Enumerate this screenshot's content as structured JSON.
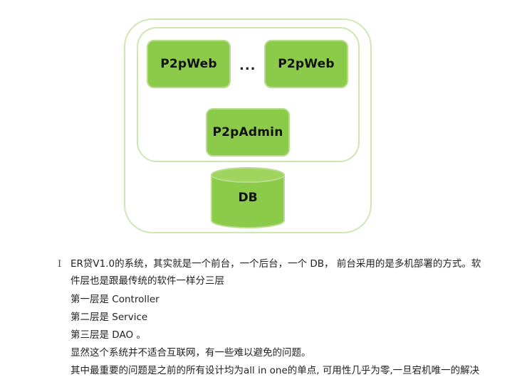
{
  "diagram": {
    "web_node_1": "P2pWeb",
    "ellipsis": "...",
    "web_node_2": "P2pWeb",
    "admin_node": "P2pAdmin",
    "db_node": "DB",
    "colors": {
      "node_fill": "#8cca4a",
      "box_border": "#cde7b2"
    }
  },
  "content": {
    "cursor_icon": "text-cursor-icon",
    "line1": "ER贷V1.0的系统，其实就是一个前台，一个后台，一个 DB， 前台采用的是多机部署的方式。软",
    "line1_cont": "件层也是跟最传统的软件一样分三层",
    "line2": "第一层是 Controller",
    "line3": "第二层是 Service",
    "line4": "第三层是 DAO 。",
    "line5": "显然这个系统并不适合互联网，有一些难以避免的问题。",
    "line6": "其中最重要的问题是之前的所有设计均为all in one的单点, 可用性几乎为零,一旦宕机唯一的解决"
  }
}
